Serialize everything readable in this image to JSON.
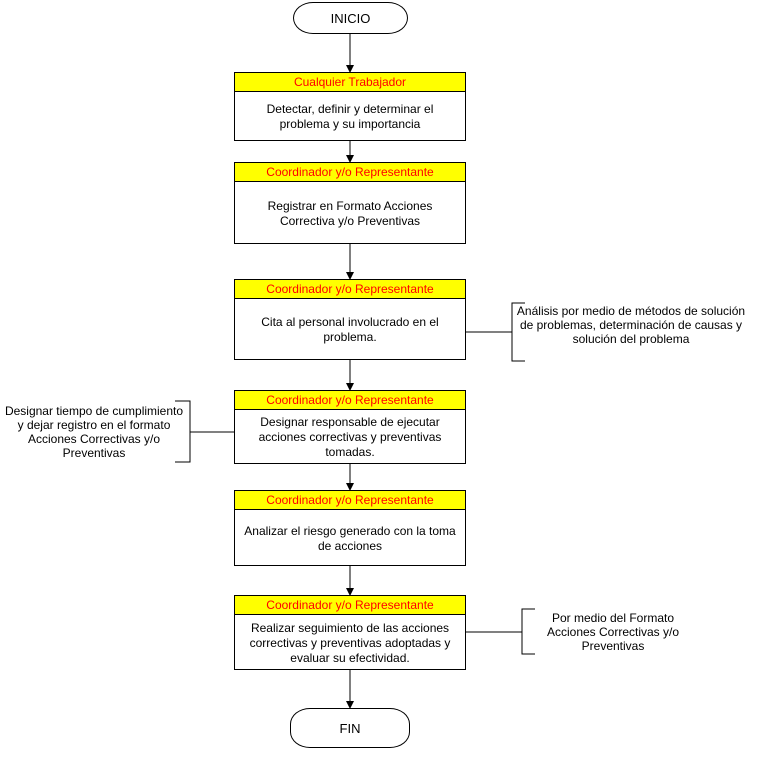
{
  "start": "INICIO",
  "end": "FIN",
  "steps": [
    {
      "role": "Cualquier Trabajador",
      "action": "Detectar, definir y determinar el problema y su importancia"
    },
    {
      "role": "Coordinador y/o Representante",
      "action": "Registrar en Formato Acciones Correctiva y/o Preventivas"
    },
    {
      "role": "Coordinador y/o Representante",
      "action": "Cita al personal involucrado en el problema."
    },
    {
      "role": "Coordinador y/o Representante",
      "action": "Designar responsable de ejecutar acciones correctivas y preventivas tomadas."
    },
    {
      "role": "Coordinador y/o Representante",
      "action": "Analizar el riesgo generado con la toma de acciones"
    },
    {
      "role": "Coordinador y/o Representante",
      "action": "Realizar seguimiento de las acciones correctivas y preventivas adoptadas y evaluar su efectividad."
    }
  ],
  "notes": {
    "analysis": "Análisis por medio de métodos de solución de problemas, determinación de causas y solución del problema",
    "designate": "Designar tiempo de cumplimiento y dejar registro en el formato Acciones Correctivas y/o Preventivas",
    "format": "Por medio del Formato Acciones Correctivas y/o Preventivas"
  },
  "colors": {
    "role_fill": "#ffff00",
    "role_text": "#ff0000"
  }
}
